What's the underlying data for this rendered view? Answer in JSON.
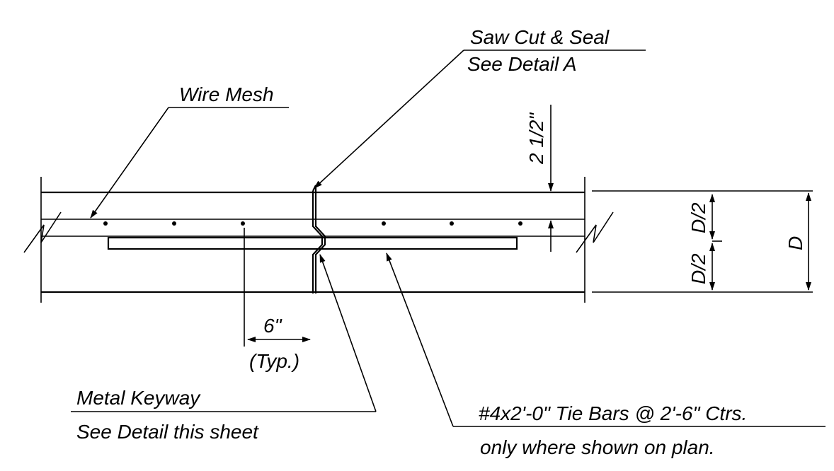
{
  "labels": {
    "saw_cut_line1": "Saw Cut & Seal",
    "saw_cut_line2": "See Detail A",
    "wire_mesh": "Wire Mesh",
    "metal_keyway_line1": "Metal Keyway",
    "metal_keyway_line2": "See Detail this sheet",
    "tie_bars_line1": "#4x2'-0\" Tie Bars @ 2'-6\" Ctrs.",
    "tie_bars_line2": "only where shown on plan."
  },
  "dimensions": {
    "top_cover": "2 1/2\"",
    "half_depth_upper": "D/2",
    "half_depth_lower": "D/2",
    "full_depth": "D",
    "spacing": "6\"",
    "spacing_note": "(Typ.)"
  }
}
